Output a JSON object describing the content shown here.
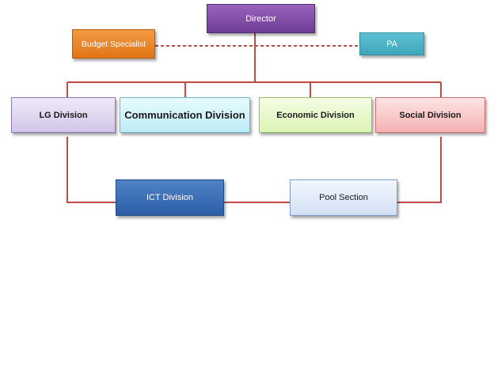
{
  "org_chart": {
    "director": "Director",
    "budget_specialist": "Budget Specialist",
    "pa": "PA",
    "divisions": {
      "lg": "LG Division",
      "communication": "Communication Division",
      "economic": "Economic Division",
      "social": "Social Division"
    },
    "ict": "ICT Division",
    "pool": "Pool Section"
  },
  "colors": {
    "connector": "#be4b48",
    "director": "#7b4ca2",
    "budget_specialist": "#ea8324",
    "pa": "#4bacc6",
    "ict": "#3a6db4"
  }
}
